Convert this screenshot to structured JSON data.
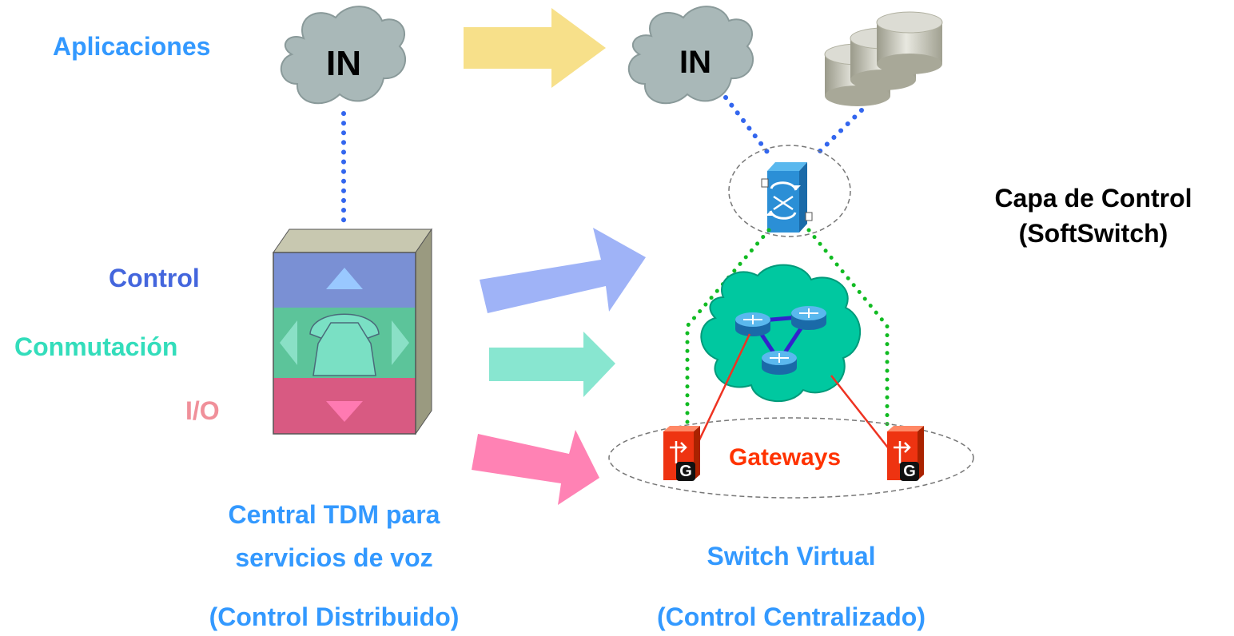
{
  "left": {
    "applications_label": "Aplicaciones",
    "in_cloud_label": "IN",
    "layers": {
      "control": "Control",
      "switching": "Conmutación",
      "io": "I/O"
    },
    "caption_line1": "Central TDM para",
    "caption_line2": "servicios de voz",
    "caption_line3": "(Control Distribuido)"
  },
  "right": {
    "in_cloud_label": "IN",
    "control_layer_line1": "Capa de Control",
    "control_layer_line2": "(SoftSwitch)",
    "gateways_label": "Gateways",
    "gateway_badge": "G",
    "caption_line1": "Switch Virtual",
    "caption_line2": "(Control Centralizado)"
  },
  "colors": {
    "label_blue": "#3399ff",
    "control_blue": "#4466dd",
    "switching_teal": "#33ddbb",
    "io_pink": "#f0909a",
    "gateways_orange": "#ff3300",
    "arrow_yellow": "#f7e08a",
    "arrow_blue": "#9fb3f7",
    "arrow_teal": "#88e6d0",
    "arrow_pink": "#ff82b4",
    "cloud_gray": "#a9b8b8",
    "network_cloud": "#00c8a0"
  },
  "icons": [
    "cloud-icon",
    "database-icon",
    "softswitch-icon",
    "router-icon",
    "gateway-icon",
    "telephone-icon"
  ]
}
